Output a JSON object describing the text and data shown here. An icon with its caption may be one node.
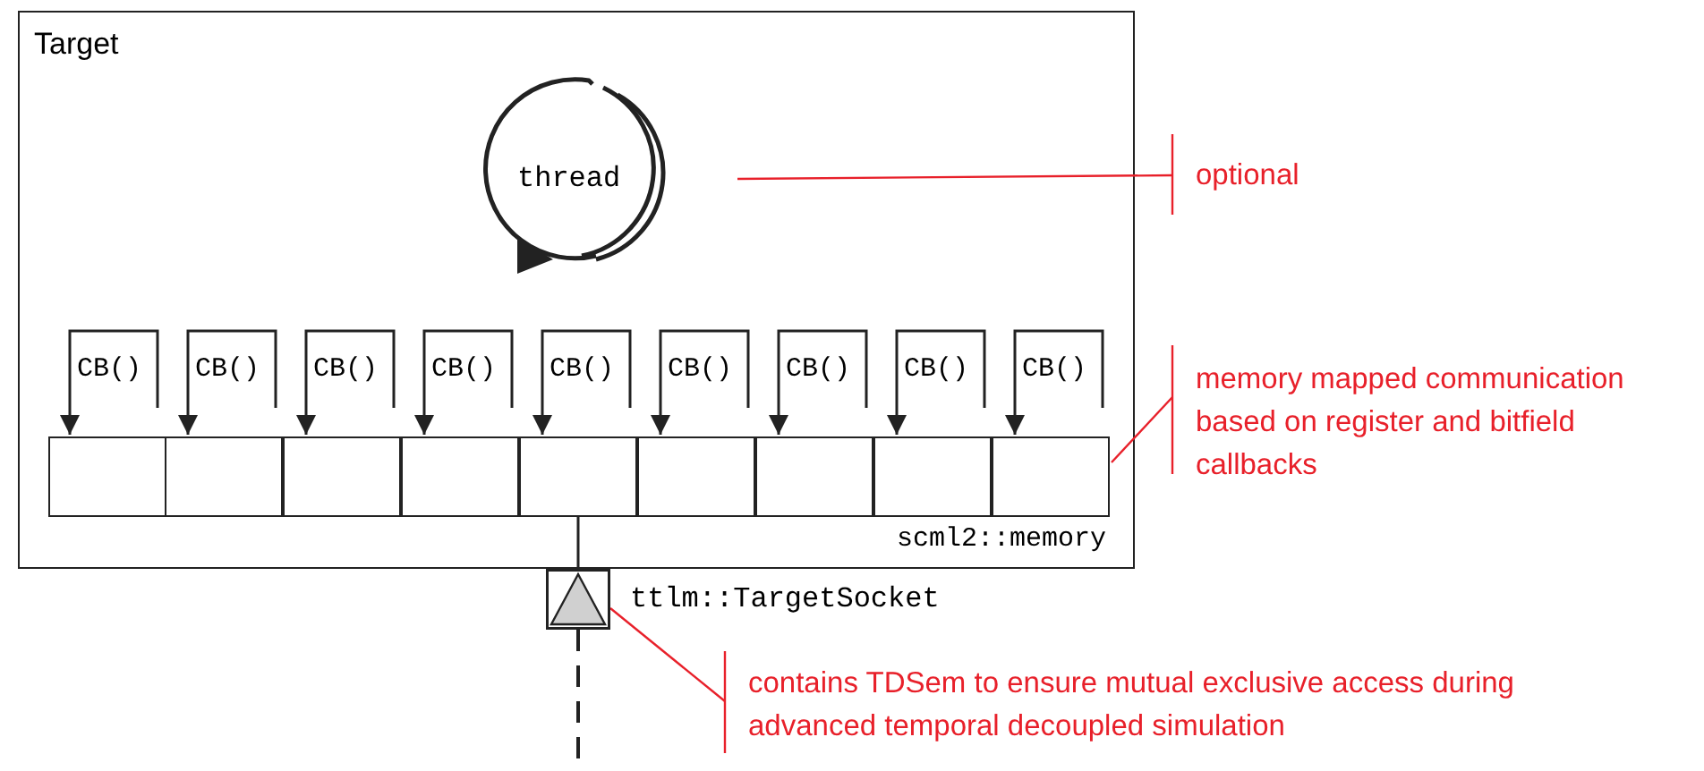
{
  "diagram": {
    "nodes": [
      {
        "text": [
          "Target"
        ]
      },
      {
        "text": [
          "thread"
        ],
        "in": 0
      },
      {
        "text": [
          "scml2::memory"
        ],
        "in": 0
      },
      {
        "text": [],
        "shape": "box",
        "in": 2
      },
      {
        "text": [],
        "shape": "box",
        "in": 2
      },
      {
        "text": [],
        "shape": "box",
        "in": 2
      },
      {
        "text": [],
        "shape": "box",
        "in": 2
      },
      {
        "text": [],
        "shape": "box",
        "in": 2
      },
      {
        "text": [],
        "shape": "box",
        "in": 2
      },
      {
        "text": [],
        "shape": "box",
        "in": 2
      },
      {
        "text": [],
        "shape": "box",
        "in": 2
      },
      {
        "text": [],
        "shape": "box",
        "in": 2
      },
      {
        "text": [],
        "shape": "triangle",
        "beside": [
          "ttlm::TargetSocket"
        ]
      },
      {
        "text": [
          "optional"
        ]
      },
      {
        "text": [
          "memory mapped communication based on register and bitfield callbacks"
        ]
      },
      {
        "text": [
          "contains TDSem to ensure mutual exclusive access during advanced temporal decoupled simulation"
        ]
      }
    ],
    "edges": [
      {
        "from": null,
        "to": 3,
        "arrow": "to",
        "label": "CB()"
      },
      {
        "from": null,
        "to": 4,
        "arrow": "to",
        "label": "CB()"
      },
      {
        "from": null,
        "to": 5,
        "arrow": "to",
        "label": "CB()"
      },
      {
        "from": null,
        "to": 6,
        "arrow": "to",
        "label": "CB()"
      },
      {
        "from": null,
        "to": 7,
        "arrow": "to",
        "label": "CB()"
      },
      {
        "from": null,
        "to": 8,
        "arrow": "to",
        "label": "CB()"
      },
      {
        "from": null,
        "to": 9,
        "arrow": "to",
        "label": "CB()"
      },
      {
        "from": null,
        "to": 10,
        "arrow": "to",
        "label": "CB()"
      },
      {
        "from": null,
        "to": 11,
        "arrow": "to",
        "label": "CB()"
      },
      {
        "from": 7,
        "to": 12,
        "arrow": "none"
      },
      {
        "from": 12,
        "to": null,
        "arrow": "none",
        "style": "dashed"
      },
      {
        "from": 13,
        "to": 1,
        "arrow": "none",
        "color": "#e8202a"
      },
      {
        "from": 14,
        "to": 2,
        "arrow": "none",
        "color": "#e8202a"
      },
      {
        "from": 15,
        "to": 12,
        "arrow": "none",
        "color": "#e8202a"
      }
    ]
  }
}
